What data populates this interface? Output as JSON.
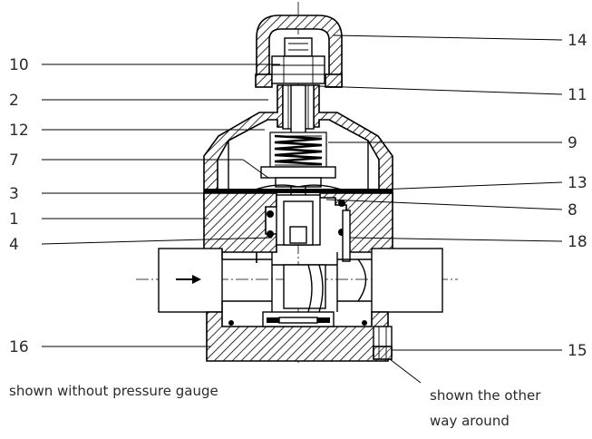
{
  "labels": {
    "left": [
      {
        "id": "10",
        "text": "10"
      },
      {
        "id": "2",
        "text": "2"
      },
      {
        "id": "12",
        "text": "12"
      },
      {
        "id": "7",
        "text": "7"
      },
      {
        "id": "3",
        "text": "3"
      },
      {
        "id": "1",
        "text": "1"
      },
      {
        "id": "4",
        "text": "4"
      },
      {
        "id": "16",
        "text": "16"
      }
    ],
    "right": [
      {
        "id": "14",
        "text": "14"
      },
      {
        "id": "11",
        "text": "11"
      },
      {
        "id": "9",
        "text": "9"
      },
      {
        "id": "13",
        "text": "13"
      },
      {
        "id": "8",
        "text": "8"
      },
      {
        "id": "18",
        "text": "18"
      },
      {
        "id": "15",
        "text": "15"
      }
    ]
  },
  "notes": {
    "without_gauge": "shown without pressure gauge",
    "other_way_line1": "shown the other",
    "other_way_line2": "way around"
  },
  "colors": {
    "line": "#000000",
    "text": "#2a2a2a",
    "background": "#ffffff"
  }
}
